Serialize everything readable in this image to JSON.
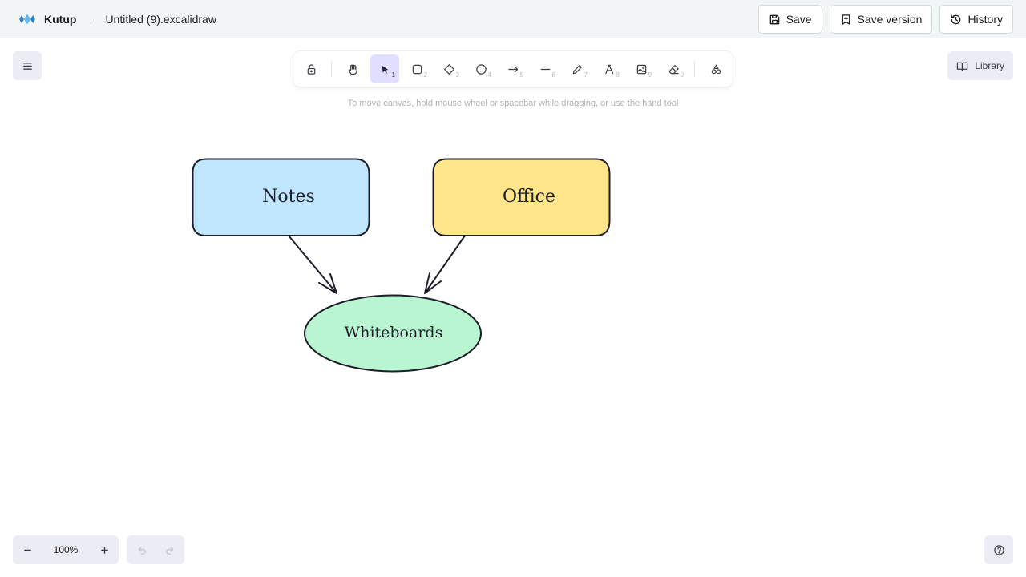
{
  "header": {
    "brand_name": "Kutup",
    "separator": "·",
    "document_title": "Untitled (9).excalidraw",
    "actions": {
      "save": "Save",
      "save_version": "Save version",
      "history": "History"
    }
  },
  "toolbar": {
    "tools": [
      {
        "id": "lock",
        "icon": "lock-icon",
        "key": ""
      },
      {
        "id": "hand",
        "icon": "hand-icon",
        "key": ""
      },
      {
        "id": "selection",
        "icon": "pointer-icon",
        "key": "1",
        "active": true
      },
      {
        "id": "rectangle",
        "icon": "rectangle-icon",
        "key": "2"
      },
      {
        "id": "diamond",
        "icon": "diamond-icon",
        "key": "3"
      },
      {
        "id": "ellipse",
        "icon": "ellipse-icon",
        "key": "4"
      },
      {
        "id": "arrow",
        "icon": "arrow-icon",
        "key": "5"
      },
      {
        "id": "line",
        "icon": "line-icon",
        "key": "6"
      },
      {
        "id": "draw",
        "icon": "pencil-icon",
        "key": "7"
      },
      {
        "id": "text",
        "icon": "text-icon",
        "key": "8"
      },
      {
        "id": "image",
        "icon": "image-icon",
        "key": "9"
      },
      {
        "id": "eraser",
        "icon": "eraser-icon",
        "key": "0"
      },
      {
        "id": "extra-tools",
        "icon": "shapes-icon",
        "key": ""
      }
    ]
  },
  "library": {
    "label": "Library"
  },
  "canvas": {
    "hint": "To move canvas, hold mouse wheel or spacebar while dragging, or use the hand tool"
  },
  "diagram": {
    "nodes": {
      "notes": {
        "label": "Notes",
        "fill": "#bfe6fd",
        "shape": "rectangle"
      },
      "office": {
        "label": "Office",
        "fill": "#ffe68a",
        "shape": "rectangle"
      },
      "whiteboards": {
        "label": "Whiteboards",
        "fill": "#b9f5d1",
        "shape": "ellipse"
      }
    },
    "edges": [
      {
        "from": "Notes",
        "to": "Whiteboards"
      },
      {
        "from": "Office",
        "to": "Whiteboards"
      }
    ],
    "stroke": "#1e1e2a"
  },
  "footer": {
    "zoom_level": "100%"
  },
  "colors": {
    "accent_active_tool": "#e0dfff",
    "panel_bg": "#ececf4",
    "header_bg": "#f1f5f6"
  }
}
